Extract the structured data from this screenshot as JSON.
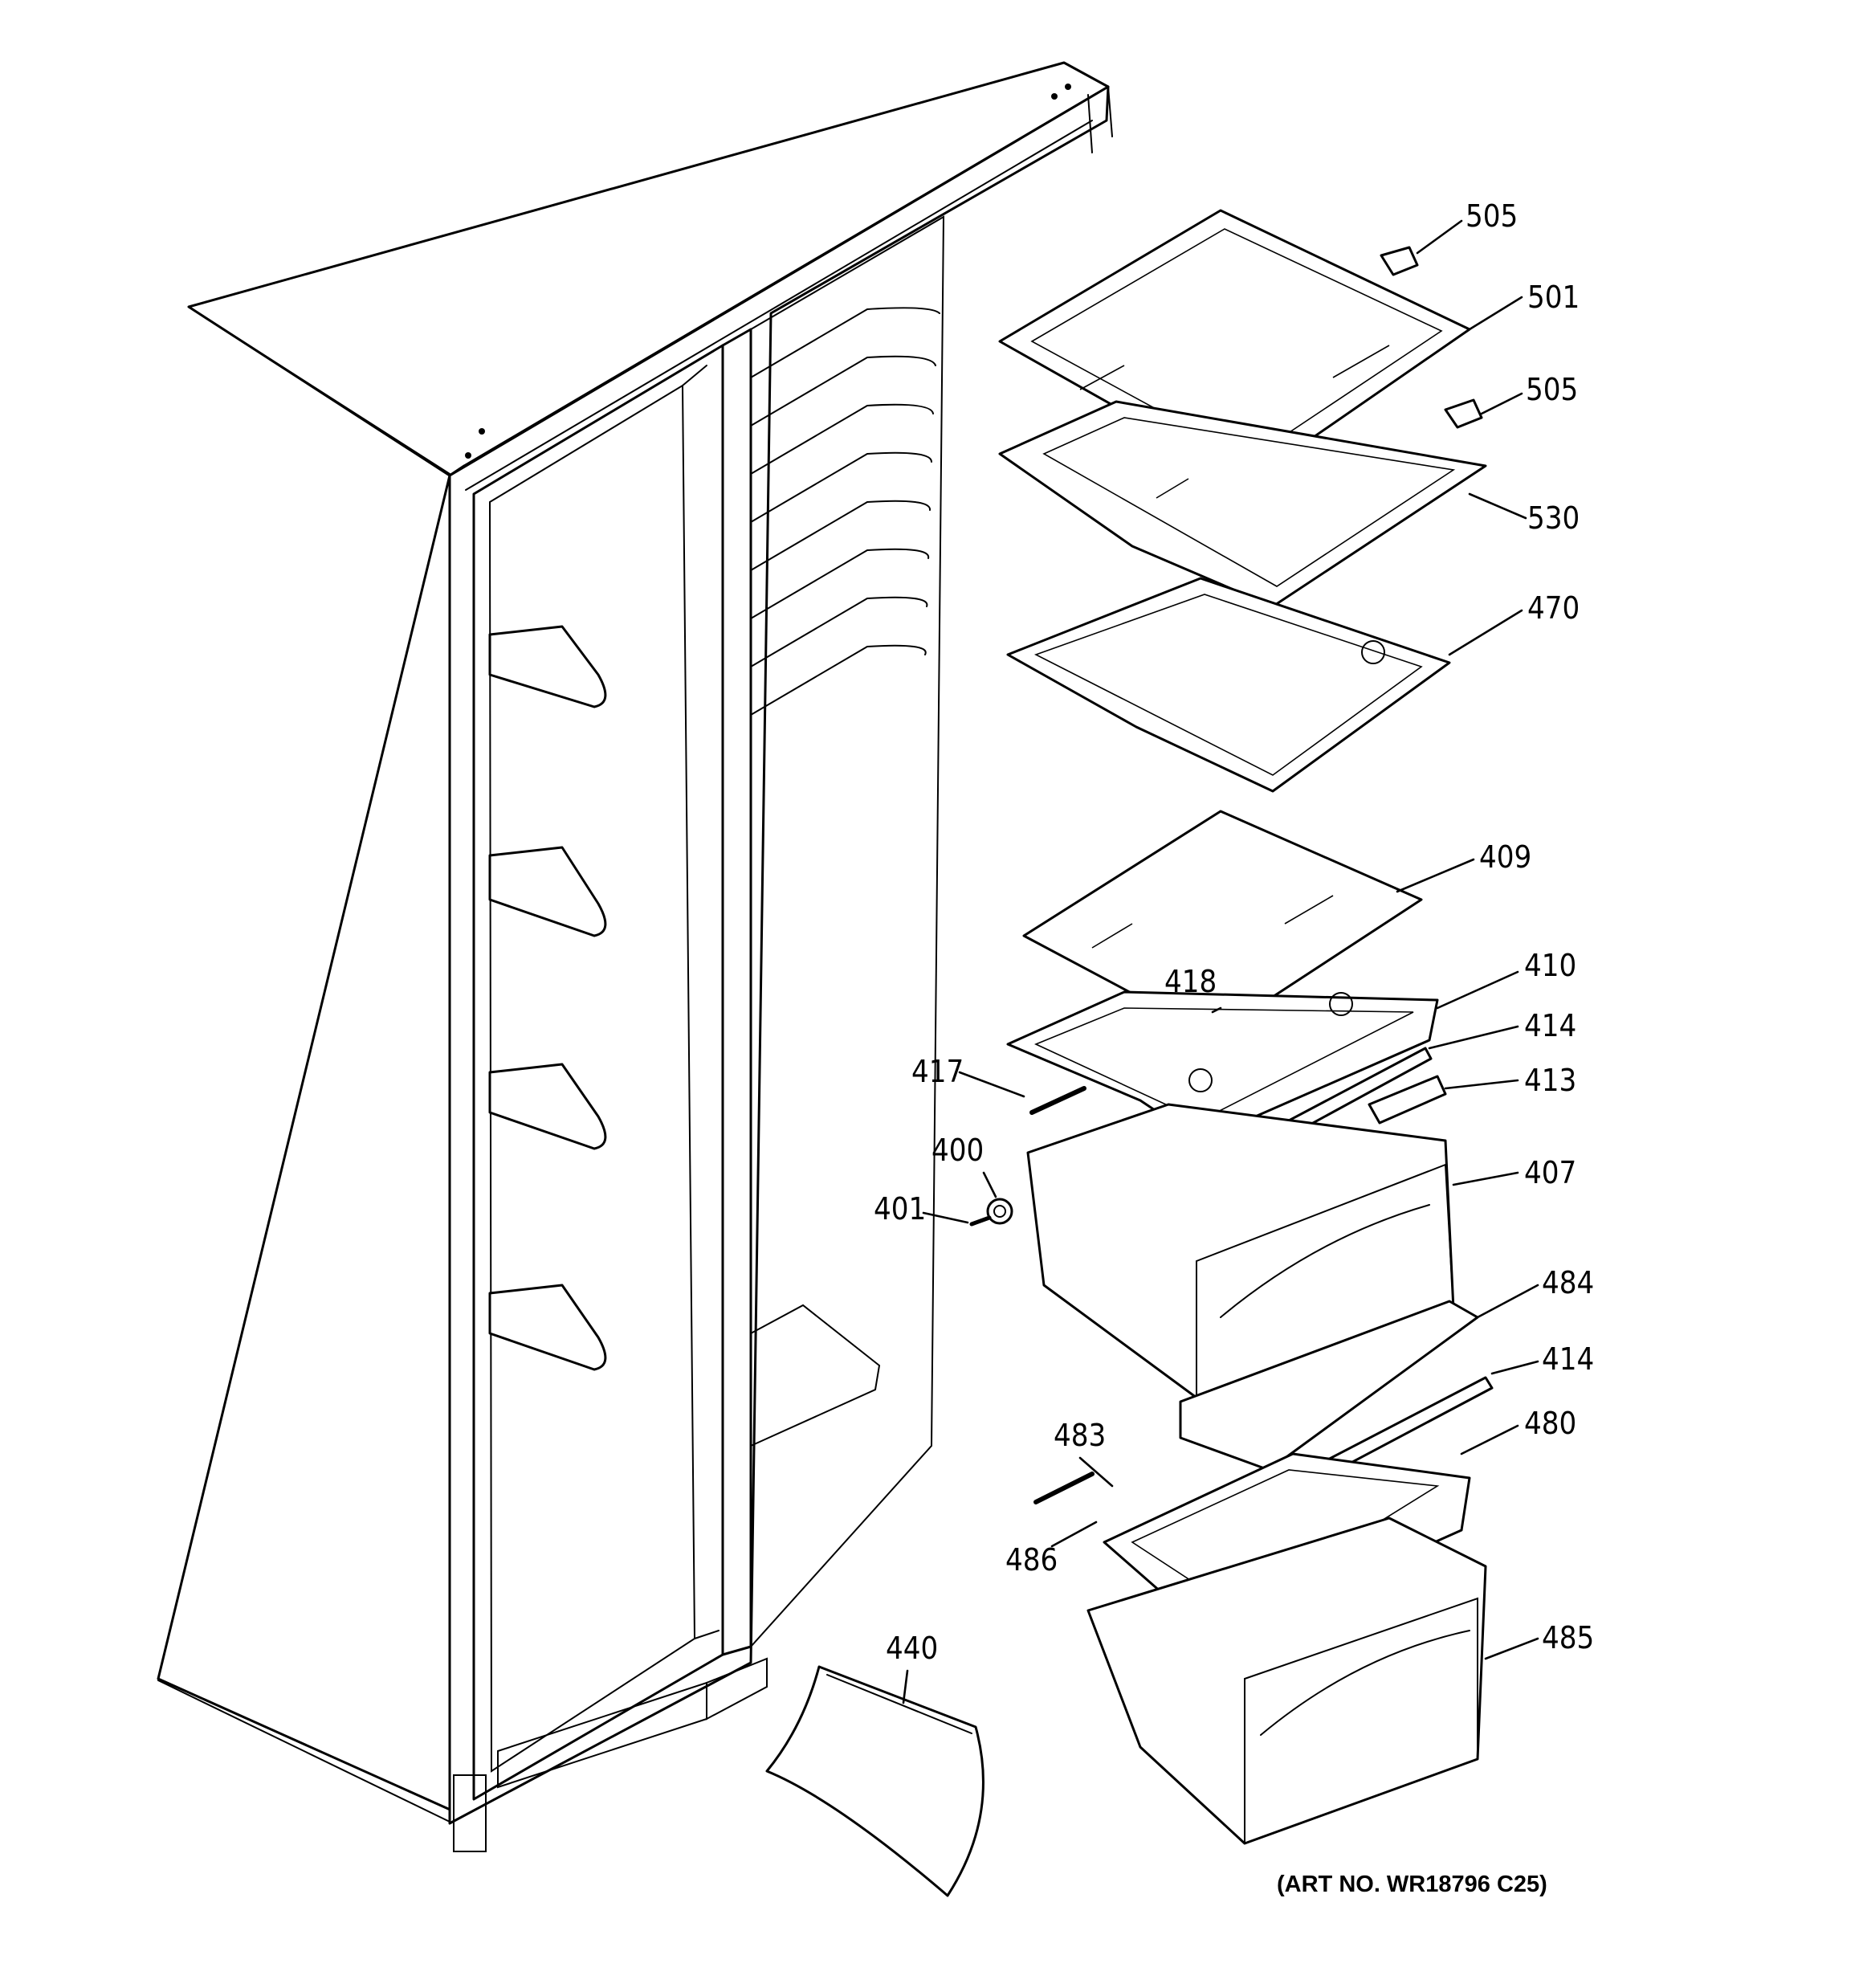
{
  "callouts": [
    {
      "id": "505-top",
      "text": "505"
    },
    {
      "id": "501",
      "text": "501"
    },
    {
      "id": "505-mid",
      "text": "505"
    },
    {
      "id": "530",
      "text": "530"
    },
    {
      "id": "470",
      "text": "470"
    },
    {
      "id": "409",
      "text": "409"
    },
    {
      "id": "418",
      "text": "418"
    },
    {
      "id": "410",
      "text": "410"
    },
    {
      "id": "414-top",
      "text": "414"
    },
    {
      "id": "417",
      "text": "417"
    },
    {
      "id": "413",
      "text": "413"
    },
    {
      "id": "400",
      "text": "400"
    },
    {
      "id": "407",
      "text": "407"
    },
    {
      "id": "401",
      "text": "401"
    },
    {
      "id": "484",
      "text": "484"
    },
    {
      "id": "414-bottom",
      "text": "414"
    },
    {
      "id": "483",
      "text": "483"
    },
    {
      "id": "480",
      "text": "480"
    },
    {
      "id": "486",
      "text": "486"
    },
    {
      "id": "440",
      "text": "440"
    },
    {
      "id": "485",
      "text": "485"
    }
  ],
  "art_number": "(ART NO. WR18796 C25)"
}
